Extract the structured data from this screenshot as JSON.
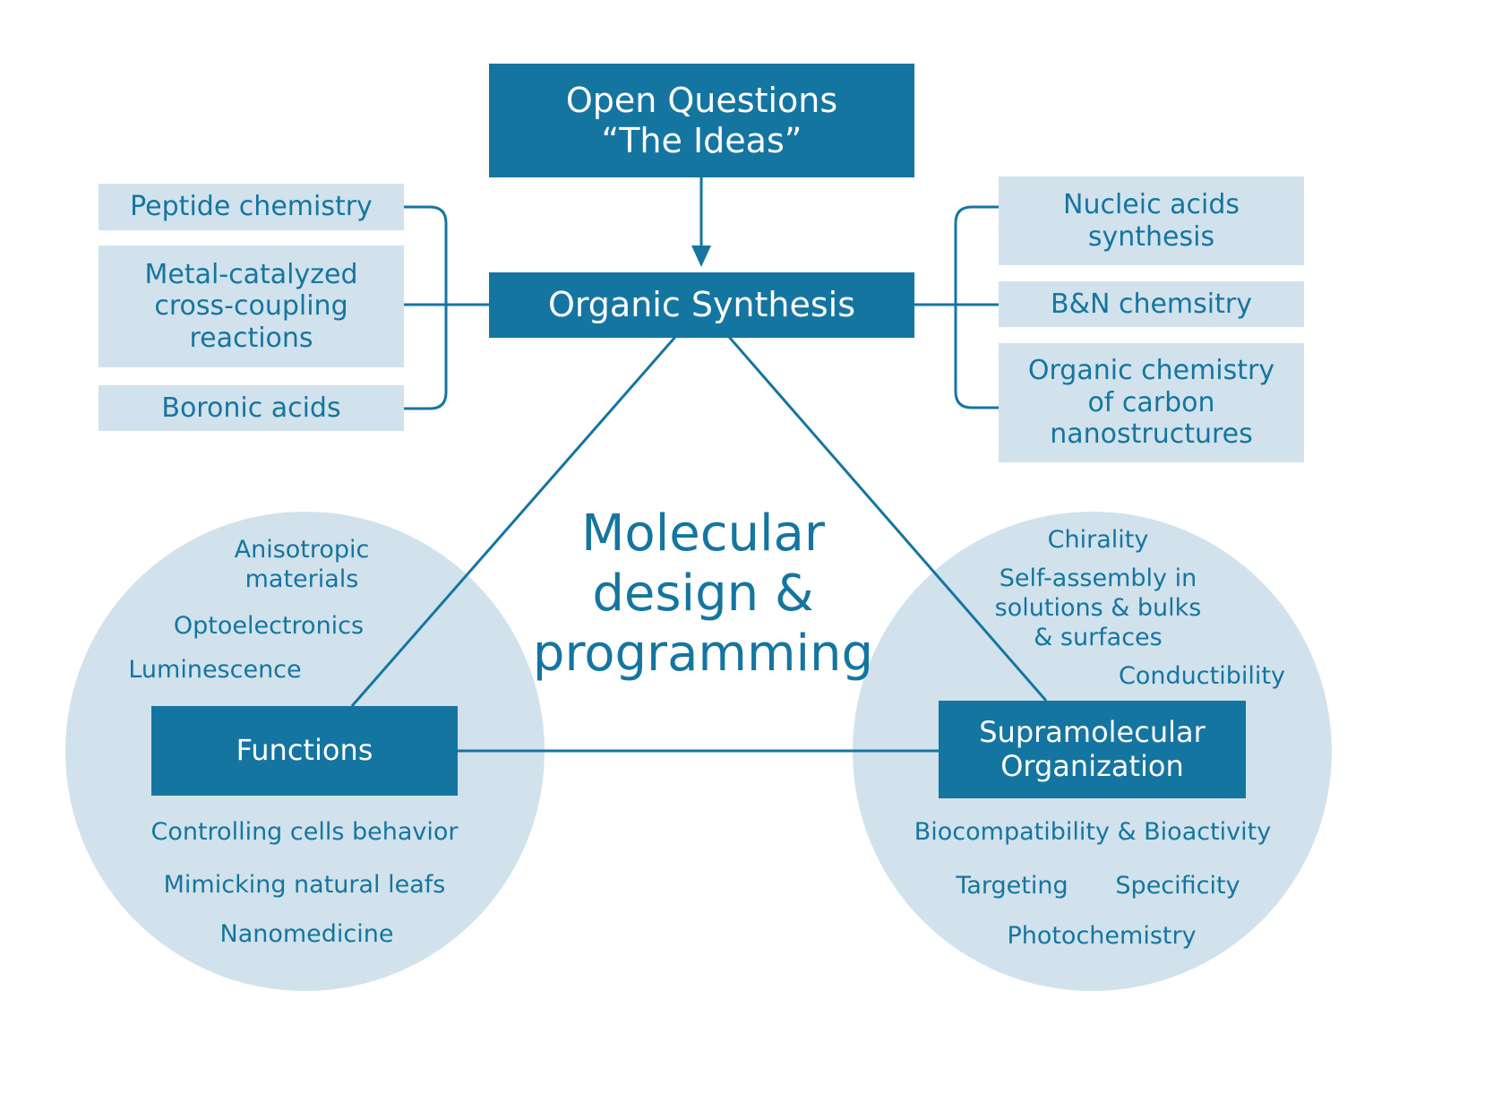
{
  "colors": {
    "primary": "#1575a1",
    "light": "#d1e2ec",
    "background": "#ffffff"
  },
  "top_box": {
    "lines": [
      "Open Questions",
      "“The Ideas”"
    ]
  },
  "hub_box": {
    "label": "Organic Synthesis"
  },
  "left_topics": [
    {
      "lines": [
        "Peptide chemistry"
      ]
    },
    {
      "lines": [
        "Metal-catalyzed",
        "cross-coupling",
        "reactions"
      ]
    },
    {
      "lines": [
        "Boronic acids"
      ]
    }
  ],
  "right_topics": [
    {
      "lines": [
        "Nucleic acids",
        "synthesis"
      ]
    },
    {
      "lines": [
        "B&N chemsitry"
      ]
    },
    {
      "lines": [
        "Organic chemistry",
        "of carbon",
        "nanostructures"
      ]
    }
  ],
  "center": {
    "lines": [
      "Molecular",
      "design &",
      "programming"
    ]
  },
  "functions": {
    "label": "Functions",
    "above": [
      {
        "lines": [
          "Anisotropic",
          "materials"
        ]
      },
      {
        "lines": [
          "Optoelectronics"
        ]
      },
      {
        "lines": [
          "Luminescence"
        ]
      }
    ],
    "below": [
      {
        "lines": [
          "Controlling cells behavior"
        ]
      },
      {
        "lines": [
          "Mimicking natural leafs"
        ]
      },
      {
        "lines": [
          "Nanomedicine"
        ]
      }
    ]
  },
  "supramolecular": {
    "lines": [
      "Supramolecular",
      "Organization"
    ],
    "above": [
      {
        "lines": [
          "Chirality"
        ]
      },
      {
        "lines": [
          "Self-assembly in",
          "solutions & bulks",
          "& surfaces"
        ]
      },
      {
        "lines": [
          "Conductibility"
        ]
      }
    ],
    "below": [
      {
        "lines": [
          "Biocompatibility & Bioactivity"
        ]
      },
      {
        "lines": [
          "Targeting"
        ]
      },
      {
        "lines": [
          "Specificity"
        ]
      },
      {
        "lines": [
          "Photochemistry"
        ]
      }
    ]
  }
}
